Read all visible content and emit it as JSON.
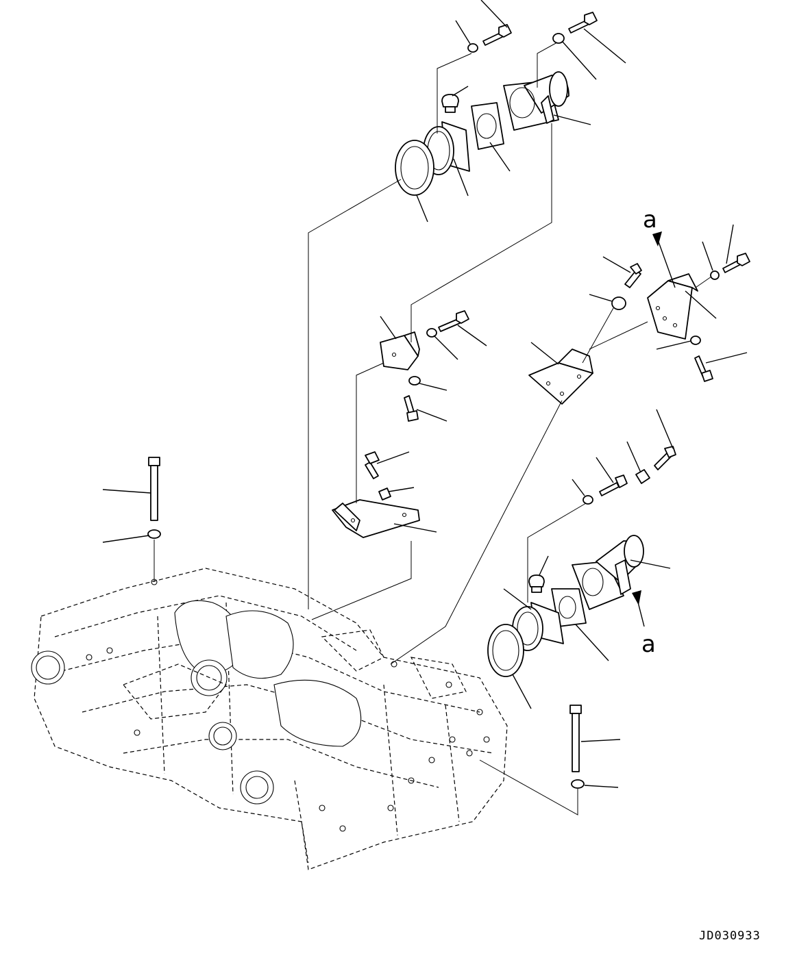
{
  "view_markers": {
    "upper": "a",
    "lower": "a"
  },
  "drawing_code": "JD030933"
}
